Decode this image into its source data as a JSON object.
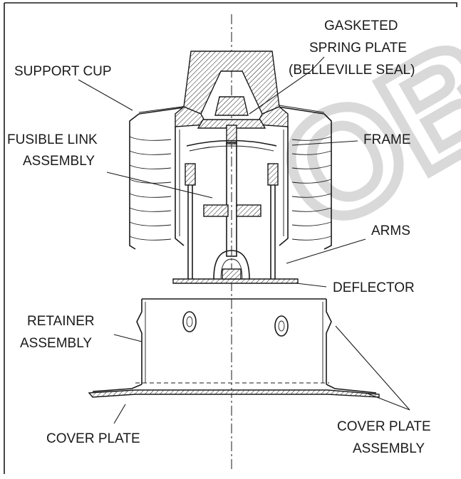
{
  "labels": {
    "gasketed_1": "GASKETED",
    "gasketed_2": "SPRING PLATE",
    "gasketed_3": "(BELLEVILLE SEAL)",
    "support_cup": "SUPPORT CUP",
    "fusible_1": "FUSIBLE LINK",
    "fusible_2": "ASSEMBLY",
    "frame": "FRAME",
    "arms": "ARMS",
    "deflector": "DEFLECTOR",
    "retainer_1": "RETAINER",
    "retainer_2": "ASSEMBLY",
    "cover_plate": "COVER PLATE",
    "cover_asm_1": "COVER PLATE",
    "cover_asm_2": "ASSEMBLY"
  },
  "watermark": "OBSO",
  "colors": {
    "ink": "#1a1a1a",
    "watermark": "#d8d8d8"
  }
}
